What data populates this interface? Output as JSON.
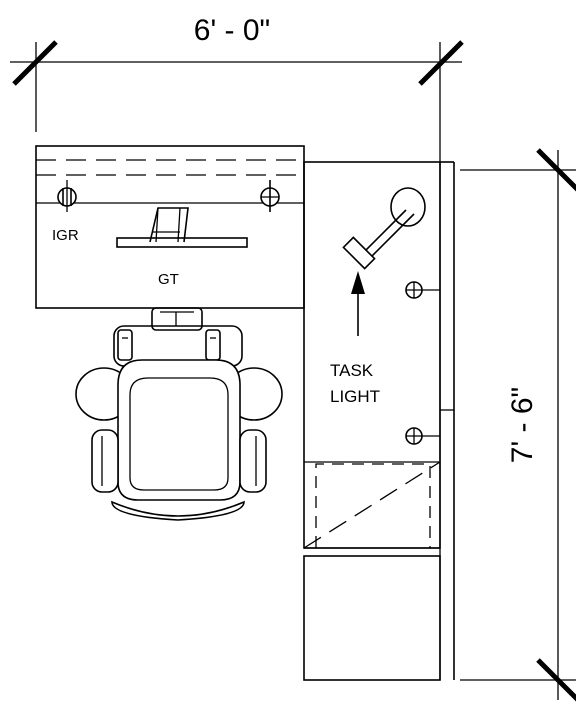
{
  "dimensions": {
    "width_label": "6' - 0\"",
    "depth_label": "7' - 6\""
  },
  "labels": {
    "grommet": "IGR",
    "monitor": "GT",
    "task_light_line1": "TASK",
    "task_light_line2": "LIGHT"
  },
  "colors": {
    "line": "#000000",
    "background": "#ffffff"
  }
}
